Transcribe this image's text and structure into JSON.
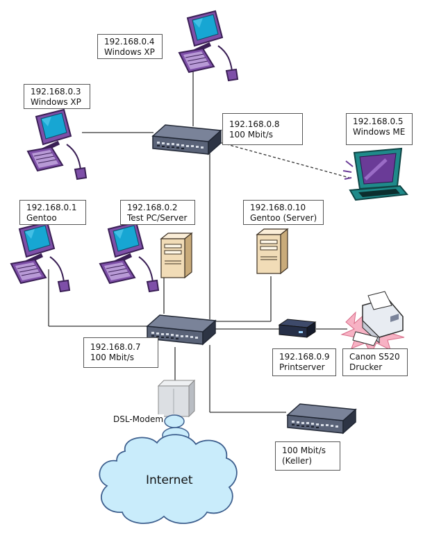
{
  "colors": {
    "computer_body": "#7e4fa8",
    "computer_dark": "#3a1f55",
    "screen": "#17a6d3",
    "laptop_body": "#1f8a8a",
    "laptop_screen": "#6a3b97",
    "switch_body": "#5a6378",
    "server_body": "#f1dcb7",
    "cloud_fill": "#c9ecfb",
    "cloud_stroke": "#3d5f8e",
    "printer_burst": "#f7b2c4",
    "line": "#333333"
  },
  "nodes": {
    "pc4": {
      "ip": "192.168.0.4",
      "desc": "Windows XP"
    },
    "pc3": {
      "ip": "192.168.0.3",
      "desc": "Windows XP"
    },
    "switch_top": {
      "ip": "192.168.0.8",
      "desc": "100 Mbit/s"
    },
    "laptop5": {
      "ip": "192.168.0.5",
      "desc": "Windows ME"
    },
    "pc1": {
      "ip": "192.168.0.1",
      "desc": "Gentoo"
    },
    "pc2": {
      "ip": "192.168.0.2",
      "desc": "Test PC/Server"
    },
    "server10": {
      "ip": "192.168.0.10",
      "desc": "Gentoo (Server)"
    },
    "switch_main": {
      "ip": "192.168.0.7",
      "desc": "100 Mbit/s"
    },
    "printserver": {
      "ip": "192.168.0.9",
      "desc": "Printserver"
    },
    "printer": {
      "name": "Canon S520",
      "desc": "Drucker"
    },
    "modem": {
      "label": "DSL-Modem"
    },
    "internet": {
      "label": "Internet"
    },
    "switch_keller": {
      "speed": "100 Mbit/s",
      "desc": "(Keller)"
    }
  }
}
